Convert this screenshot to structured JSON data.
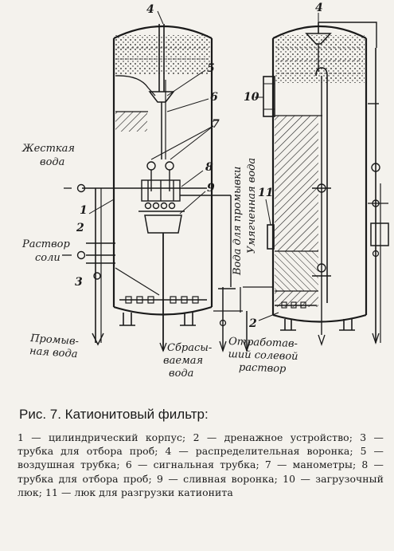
{
  "figure": {
    "labels": {
      "hard_water": [
        "Жесткая",
        "вода"
      ],
      "salt_solution": [
        "Раствор",
        "соли"
      ],
      "wash_water": [
        "Промыв-",
        "ная вода"
      ],
      "discharged_water": [
        "Сбрасы-",
        "ваемая",
        "вода"
      ],
      "spent_brine": [
        "Отработав-",
        "ший солевой",
        "раствор"
      ],
      "washing_water": "Вода для промывки",
      "softened_water": "Умягченная вода"
    },
    "numbers": {
      "n1": "1",
      "n2_left": "2",
      "n2_right": "2",
      "n3": "3",
      "n4_left": "4",
      "n4_right": "4",
      "n5": "5",
      "n6": "6",
      "n7": "7",
      "n8": "8",
      "n9": "9",
      "n10": "10",
      "n11": "11"
    }
  },
  "caption": {
    "title": "Рис. 7. Катионитовый фильтр:",
    "lines": [
      "1 — цилиндрический корпус; 2 — дренажное устройство; 3 — трубка для отбора проб; 4 — распределительная воронка; 5 — воздушная трубка; 6 — сигнальная трубка; 7 — манометры; 8 — трубка для отбора проб; 9 — сливная воронка; 10 — загрузочный люк; 11 — люк для разгрузки катионита"
    ]
  },
  "colors": {
    "ink": "#1a1a1a",
    "paper": "#f4f2ed"
  }
}
